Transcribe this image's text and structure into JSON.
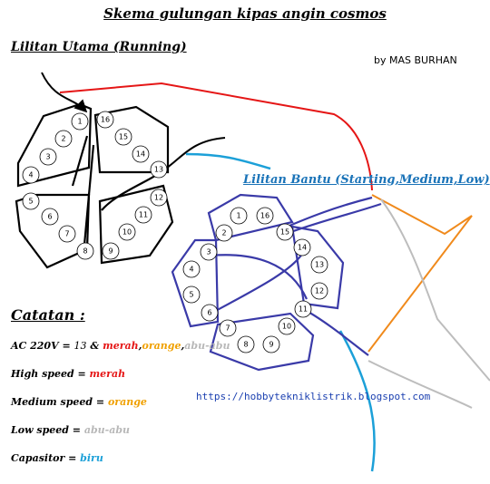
{
  "title": "Skema gulungan kipas angin cosmos",
  "author": "by MAS BURHAN",
  "main_winding": {
    "heading": "Lilitan Utama (Running)",
    "slots": [
      "1",
      "2",
      "3",
      "4",
      "5",
      "6",
      "7",
      "8",
      "9",
      "10",
      "11",
      "12",
      "13",
      "14",
      "15",
      "16"
    ]
  },
  "aux_winding": {
    "heading": "Lilitan Bantu (Starting,Medium,Low)",
    "slots": [
      "1",
      "2",
      "3",
      "4",
      "5",
      "6",
      "7",
      "8",
      "9",
      "10",
      "11",
      "12",
      "13",
      "14",
      "15",
      "16"
    ]
  },
  "notes": {
    "heading": "Catatan :",
    "ac": {
      "label": "AC 220V = ",
      "slot": "13",
      "amp": " & ",
      "red": "merah",
      "c1": ",",
      "orange": "orange",
      "c2": ",",
      "gray": "abu-abu"
    },
    "high": {
      "label": "High speed = ",
      "value": "merah"
    },
    "medium": {
      "label": "Medium speed = ",
      "value": "orange"
    },
    "low": {
      "label": "Low speed = ",
      "value": "abu-abu"
    },
    "capacitor": {
      "label": "Capasitor = ",
      "value": "biru"
    }
  },
  "website": "https://hobbyteknikl­istrik.blogspot.com",
  "colors": {
    "main_coil": "#000000",
    "aux_coil": "#3a3aa8",
    "high_wire": "#e51616",
    "medium_wire": "#f08a1c",
    "low_wire": "#bdbdbd",
    "capacitor_wire": "#1ca0d8"
  }
}
